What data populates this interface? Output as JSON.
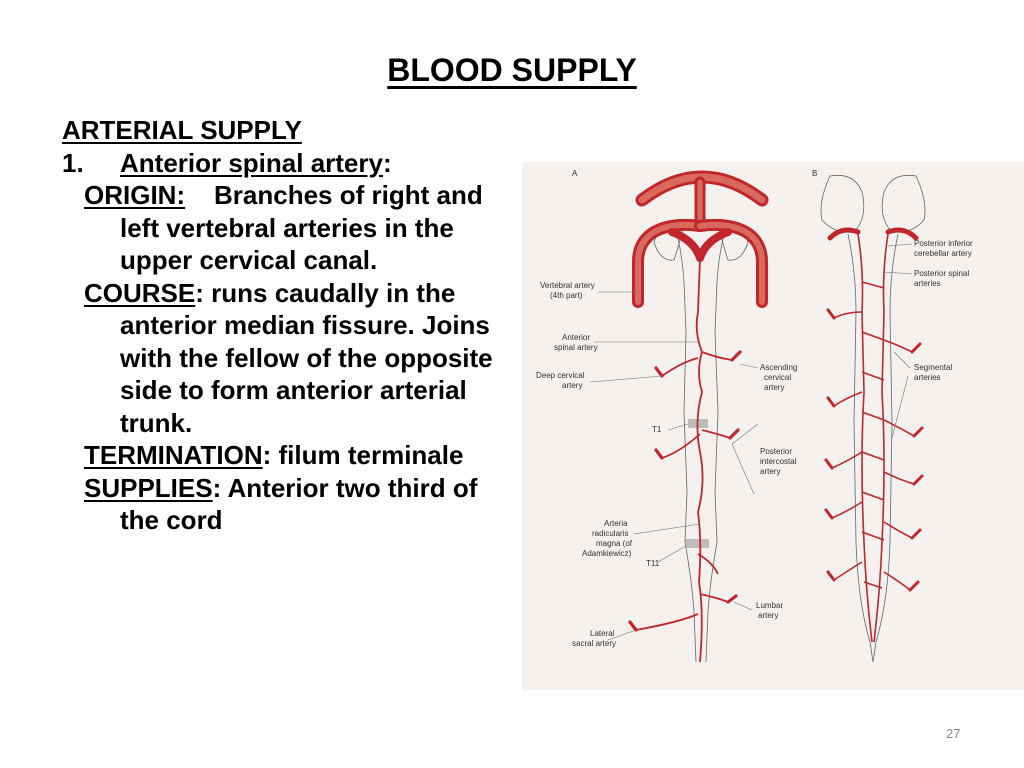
{
  "slide": {
    "title": "BLOOD SUPPLY",
    "section": "ARTERIAL SUPPLY",
    "item_number": "1.",
    "item_title": "Anterior spinal artery",
    "item_colon": ":",
    "origin_label": "ORIGIN:",
    "origin_text": "Branches of  right and left vertebral arteries in the upper cervical canal.",
    "course_label": "COURSE",
    "course_text": ": runs caudally in the anterior median fissure. Joins with the fellow of the opposite side to form anterior arterial trunk.",
    "termination_label": "TERMINATION",
    "termination_text": ": filum terminale",
    "supplies_label": "SUPPLIES",
    "supplies_text": ": Anterior two third of the cord",
    "page_number": "27"
  },
  "figure": {
    "colors": {
      "artery": "#c0262b",
      "artery_light": "#d9695f",
      "outline": "#666666",
      "background": "#f4f1ee"
    },
    "panel_a": {
      "letter": "A",
      "labels": {
        "vertebral_1": "Vertebral artery",
        "vertebral_2": "(4th part)",
        "anterior_spinal_1": "Anterior",
        "anterior_spinal_2": "spinal artery",
        "deep_cervical_1": "Deep cervical",
        "deep_cervical_2": "artery",
        "ascending_1": "Ascending",
        "ascending_2": "cervical",
        "ascending_3": "artery",
        "t1": "T1",
        "posterior_intercostal_1": "Posterior",
        "posterior_intercostal_2": "intercostal",
        "posterior_intercostal_3": "artery",
        "arteria_1": "Arteria",
        "arteria_2": "radicularis",
        "arteria_3": "magna (of",
        "arteria_4": "Adamkiewicz)",
        "t11": "T11",
        "lumbar_1": "Lumbar",
        "lumbar_2": "artery",
        "lateral_sacral_1": "Lateral",
        "lateral_sacral_2": "sacral artery"
      }
    },
    "panel_b": {
      "letter": "B",
      "labels": {
        "pica_1": "Posterior inferior",
        "pica_2": "cerebellar artery",
        "post_spinal_1": "Posterior spinal",
        "post_spinal_2": "arteries",
        "segmental_1": "Segmental",
        "segmental_2": "arteries"
      }
    }
  }
}
